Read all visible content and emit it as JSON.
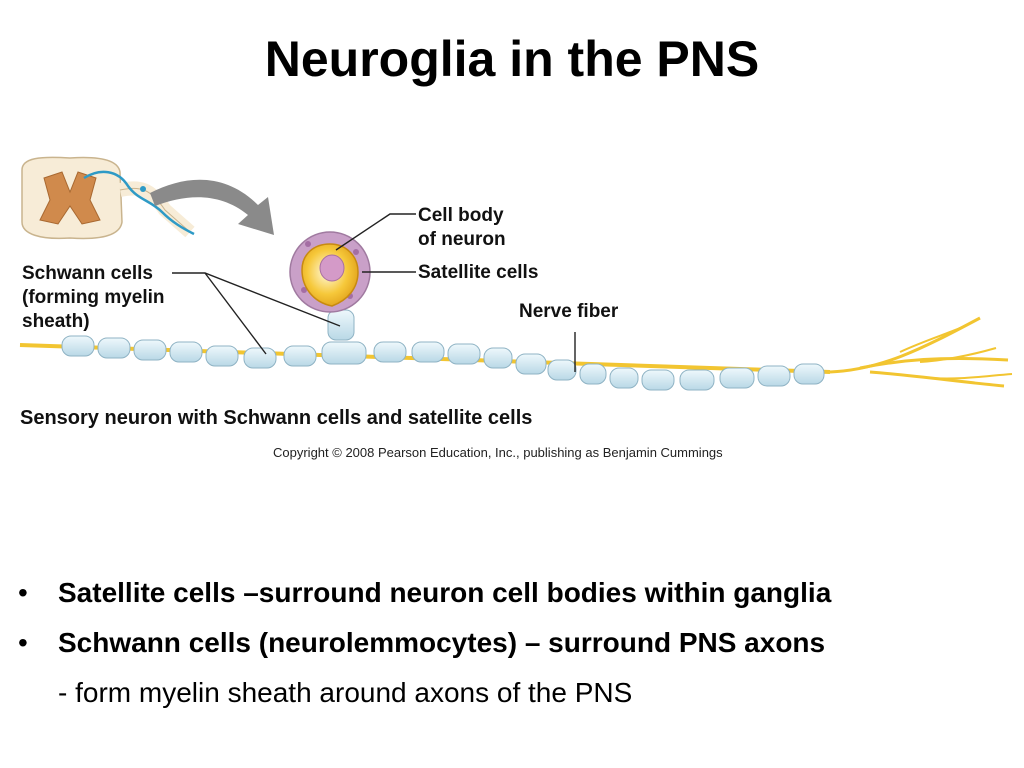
{
  "slide": {
    "title": "Neuroglia in the PNS"
  },
  "figure": {
    "labels": {
      "cell_body": [
        "Cell body",
        "of neuron"
      ],
      "satellite_cells": "Satellite cells",
      "nerve_fiber": "Nerve fiber",
      "schwann_cells": [
        "Schwann cells",
        "(forming myelin",
        "sheath)"
      ]
    },
    "caption": "Sensory neuron with Schwann cells and satellite cells",
    "copyright": "Copyright © 2008 Pearson Education, Inc., publishing as Benjamin Cummings"
  },
  "bullets": [
    {
      "marker": "•",
      "text": "Satellite cells –surround neuron cell bodies within ganglia"
    },
    {
      "marker": "•",
      "text": "Schwann cells (neurolemmocytes) – surround PNS axons"
    }
  ],
  "subpoint": "- form myelin sheath around axons of the PNS",
  "colors": {
    "axon": "#f2c531",
    "schwann_fill": "#d6ecf5",
    "schwann_stroke": "#8fb3c4",
    "satellite": "#c9a0c8",
    "cell_body": "#f6c83a",
    "spinal_cord": "#f7ecd7",
    "gray_matter": "#d08a4c",
    "nerve_blue": "#2e9ac6",
    "arrow_gray": "#8a8a8a"
  }
}
